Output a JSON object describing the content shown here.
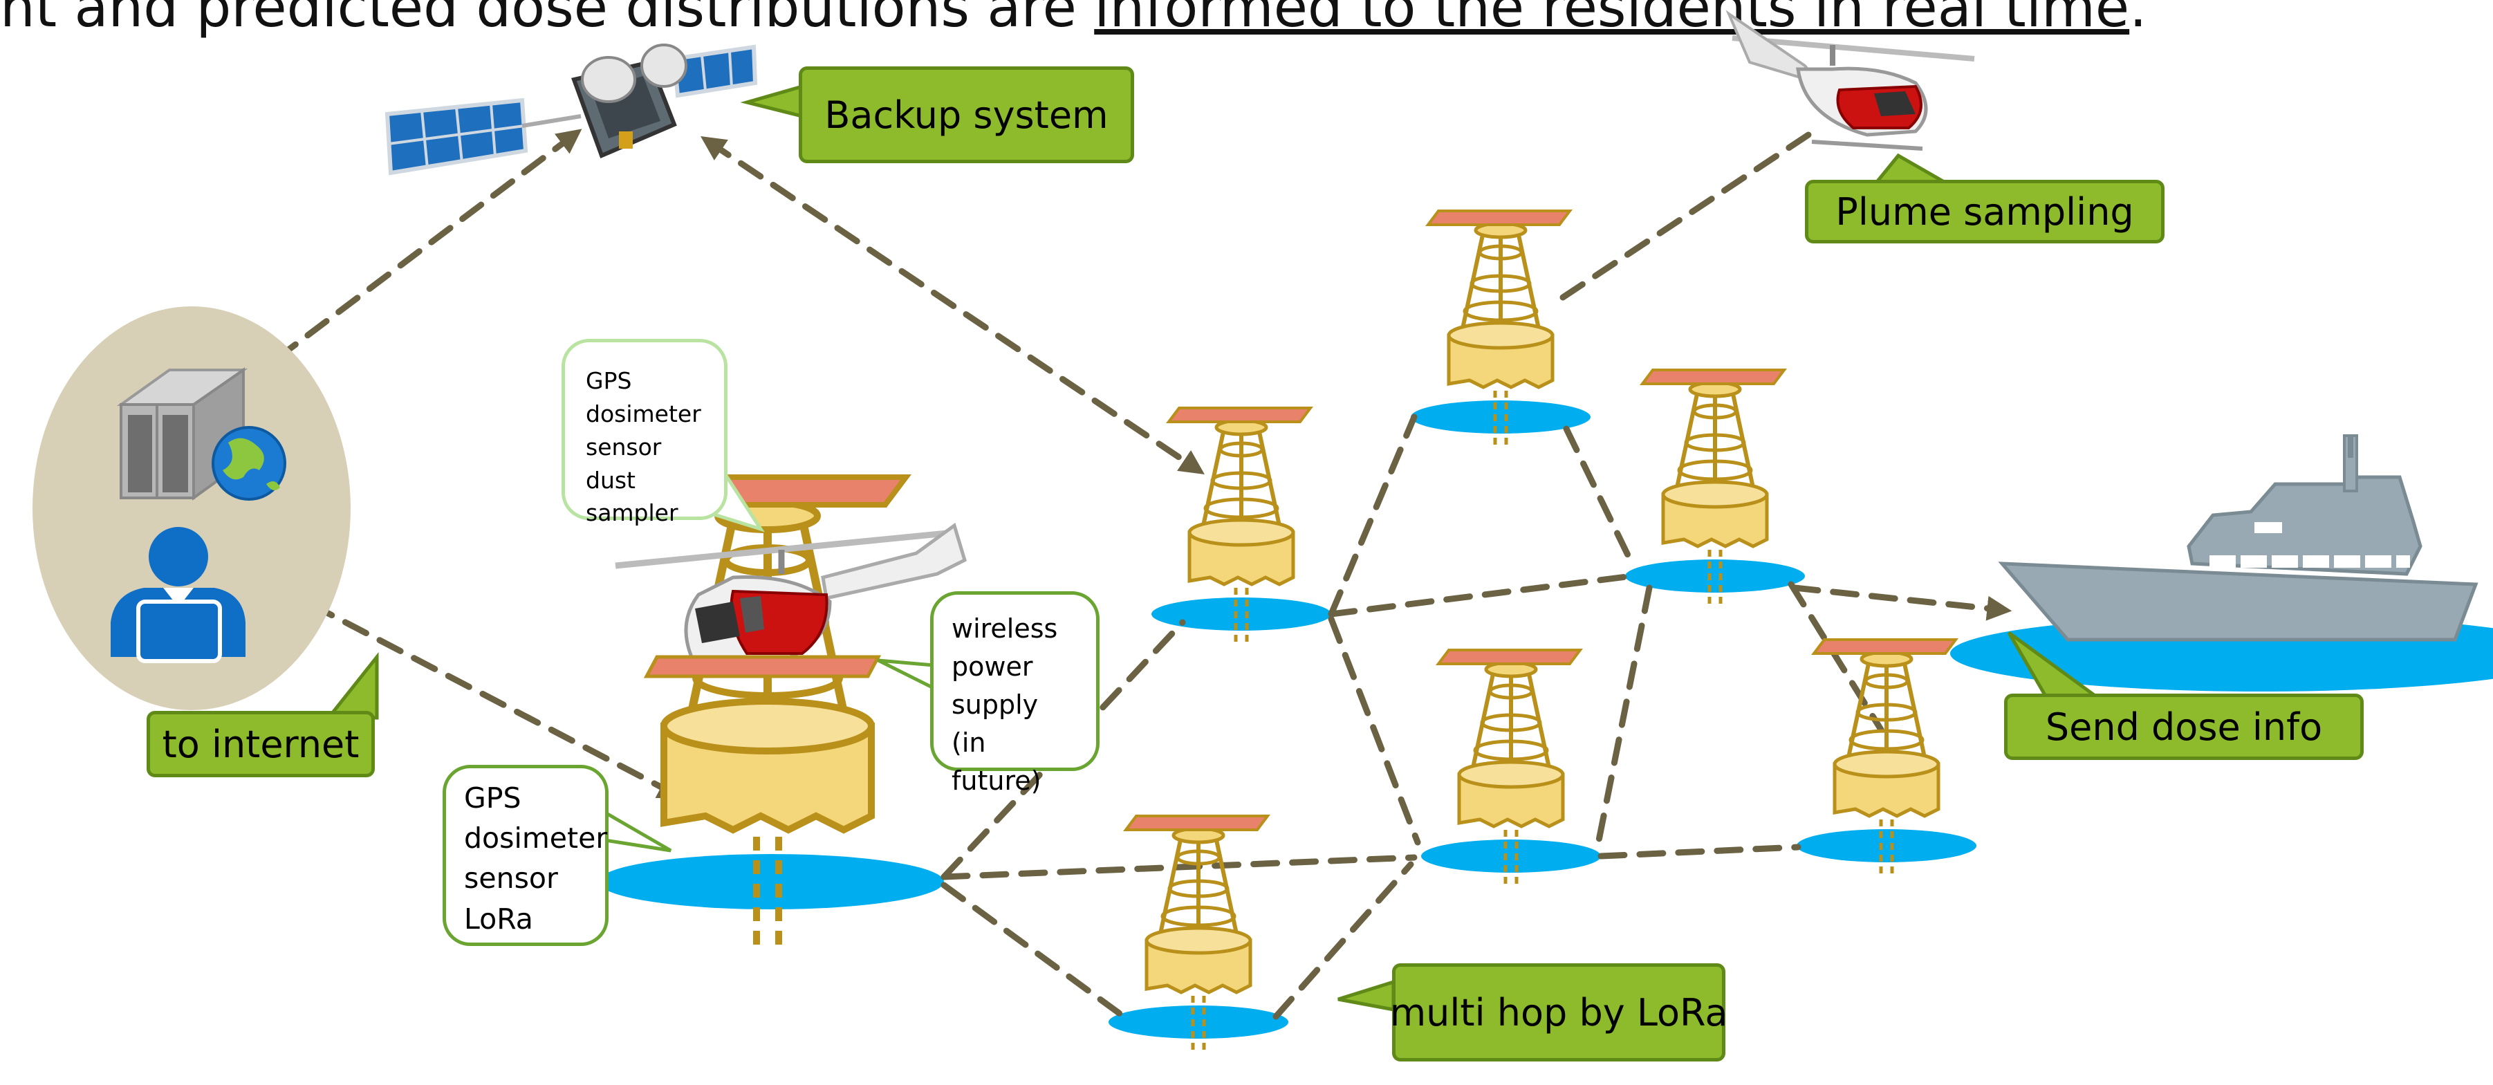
{
  "header": {
    "text_before": "nt and predicted dose distributions are ",
    "text_underlined": "informed to the residents in real time",
    "text_after": "."
  },
  "callouts": {
    "backup": "Backup system",
    "plume": "Plume sampling",
    "internet": "to internet",
    "send_dose": "Send dose info",
    "multihop": "multi hop by LoRa"
  },
  "heli_payload": {
    "lines": [
      "GPS",
      "dosimeter",
      "sensor",
      "dust sampler"
    ]
  },
  "buoy_payload": {
    "lines": [
      "GPS",
      "dosimeter",
      "sensor",
      "LoRa"
    ]
  },
  "wireless_power": {
    "lines": [
      "wireless",
      "power",
      "supply",
      "(in future)"
    ]
  },
  "colors": {
    "callout_green": "#8dbb2b",
    "callout_border": "#5f8a18",
    "water_blue": "#00aeef",
    "buoy_yellow": "#f4d77a",
    "buoy_outline": "#b9901a",
    "solar_panel": "#e8826a",
    "dashed_link": "#6b6244",
    "ship_gray": "#98a9b3",
    "heli_red": "#cc1111",
    "station_bg": "#d7cfb6"
  },
  "icons": [
    "satellite-icon",
    "helicopter-icon",
    "ship-icon",
    "server-icon",
    "globe-icon",
    "person-icon",
    "buoy-icon"
  ]
}
